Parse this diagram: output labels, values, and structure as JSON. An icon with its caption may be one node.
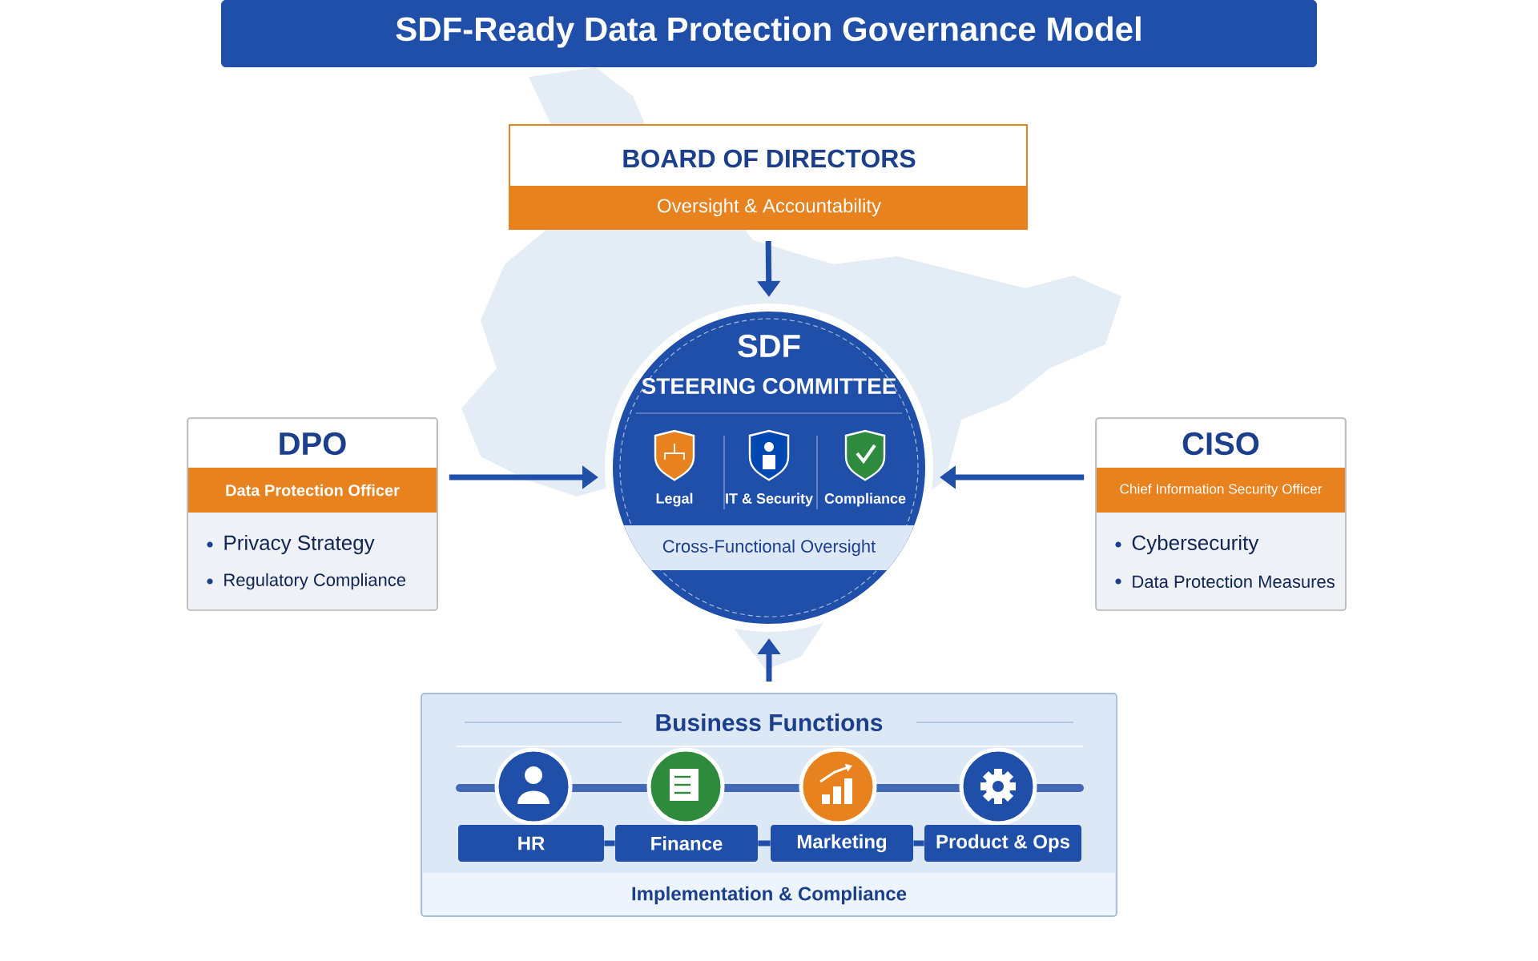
{
  "diagram": {
    "title": "SDF-Ready Data Protection Governance Model",
    "nodes": [
      {
        "text": [
          "BOARD OF DIRECTORS",
          "Oversight & Accountability"
        ]
      },
      {
        "text": [
          "SDF",
          "STEERING COMMITTEE",
          "Cross-Functional Oversight"
        ]
      },
      {
        "text": [
          "Legal"
        ],
        "in": 1
      },
      {
        "text": [
          "IT & Security"
        ],
        "in": 1
      },
      {
        "text": [
          "Compliance"
        ],
        "in": 1
      },
      {
        "text": [
          "DPO",
          "Data Protection Officer",
          "Privacy Strategy",
          "Regulatory Compliance"
        ]
      },
      {
        "text": [
          "CISO",
          "Chief Information Security Officer",
          "Cybersecurity",
          "Data Protection Measures"
        ]
      },
      {
        "text": [
          "Business Functions",
          "Implementation & Compliance"
        ]
      },
      {
        "text": [
          "HR"
        ],
        "in": 7
      },
      {
        "text": [
          "Finance"
        ],
        "in": 7
      },
      {
        "text": [
          "Marketing"
        ],
        "in": 7
      },
      {
        "text": [
          "Product & Ops"
        ],
        "in": 7
      }
    ],
    "edges": [
      {
        "from": 0,
        "to": 1,
        "arrow": "to"
      },
      {
        "from": 5,
        "to": 1,
        "arrow": "to"
      },
      {
        "from": 6,
        "to": 1,
        "arrow": "to"
      },
      {
        "from": 7,
        "to": 1,
        "arrow": "to"
      },
      {
        "from": 8,
        "to": 9,
        "arrow": "none"
      },
      {
        "from": 9,
        "to": 10,
        "arrow": "none"
      },
      {
        "from": 10,
        "to": 11,
        "arrow": "none"
      }
    ]
  }
}
